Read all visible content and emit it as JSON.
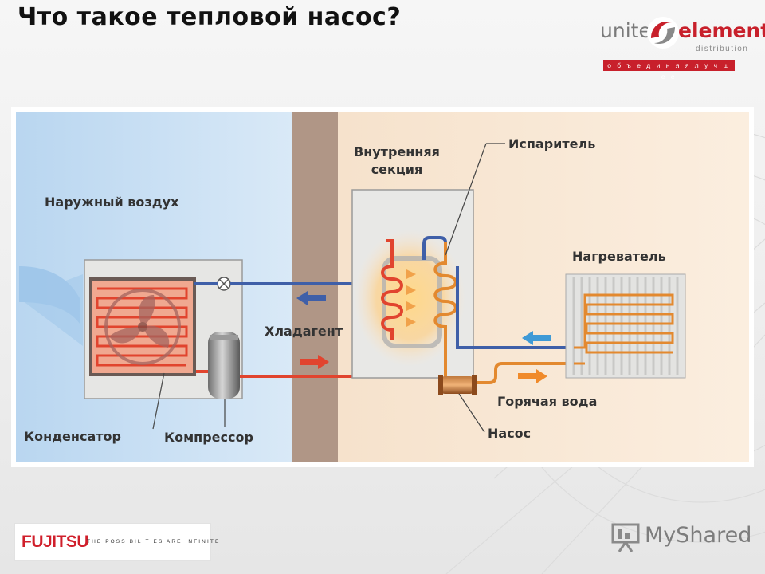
{
  "slide": {
    "title": "Что такое тепловой насос?"
  },
  "logo": {
    "left_word": "united",
    "right_word": "elements",
    "sub": "distribution",
    "tagline": "о б ъ е д и н я я   л у ч ш е е",
    "icon": "swirl-logo-icon"
  },
  "diagram": {
    "labels": {
      "outdoor_air": "Наружный воздух",
      "indoor_section": "Внутренняя\nсекция",
      "evaporator": "Испаритель",
      "heater": "Нагреватель",
      "refrigerant": "Хладагент",
      "hot_water": "Горячая вода",
      "condenser": "Конденсатор",
      "compressor": "Компрессор",
      "pump": "Насос"
    },
    "colors": {
      "outdoor_zone": "#c7dff3",
      "wall": "#b09686",
      "indoor_zone": "#f7e6d2",
      "cold_pipe": "#3f5fa8",
      "hot_pipe": "#e1442e",
      "water_pipe": "#e3892f"
    }
  },
  "footer": {
    "brand": "FUJITSU",
    "slogan": "THE POSSIBILITIES ARE INFINITE",
    "watermark": "MyShared"
  }
}
